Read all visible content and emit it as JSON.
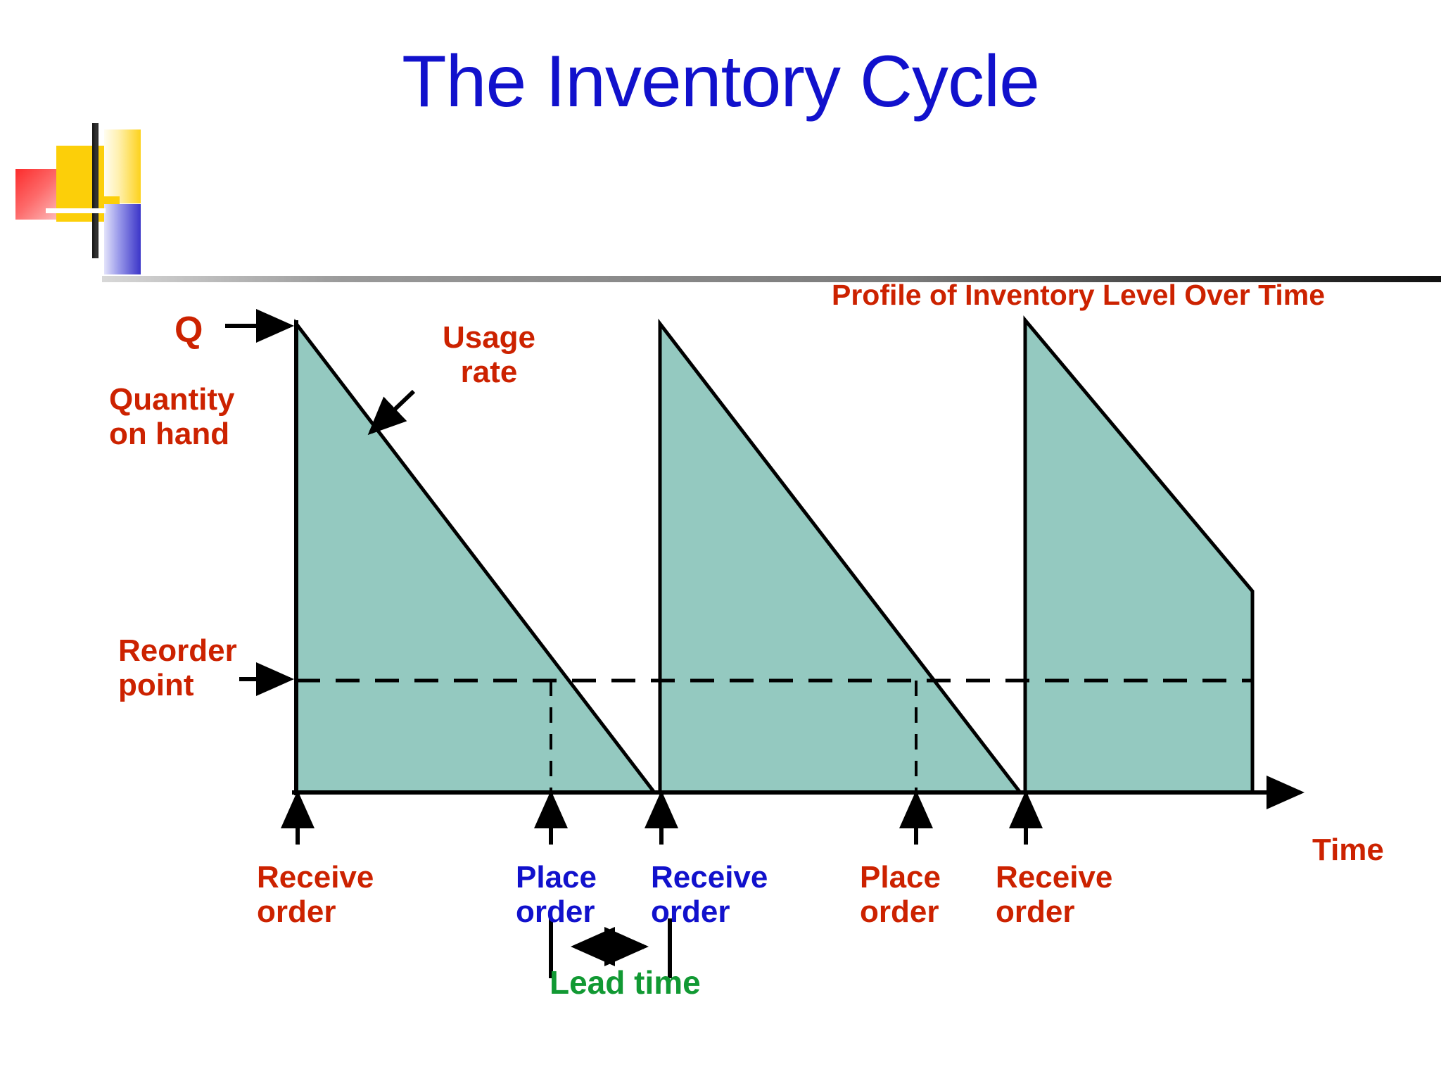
{
  "slide": {
    "title": "The Inventory Cycle",
    "background_color": "#ffffff",
    "title_color": "#1111cc"
  },
  "logo": {
    "name": "decorative-block-logo",
    "colors": {
      "red": "#fb2c2c",
      "yellow": "#fccf09",
      "blue": "#3b35c8",
      "bar": "#111111"
    }
  },
  "labels": {
    "profile_caption": "Profile of Inventory Level Over Time",
    "quantity_symbol": "Q",
    "quantity_on_hand": "Quantity\non hand",
    "usage_rate": "Usage\nrate",
    "reorder_point": "Reorder\npoint",
    "time_axis": "Time",
    "lead_time": "Lead time",
    "events": [
      {
        "id": "receive-order-1",
        "text": "Receive\norder",
        "color": "#cc2200"
      },
      {
        "id": "place-order-1",
        "text": "Place\norder",
        "color": "#1111cc"
      },
      {
        "id": "receive-order-2",
        "text": "Receive\norder",
        "color": "#1111cc"
      },
      {
        "id": "place-order-2",
        "text": "Place\norder",
        "color": "#cc2200"
      },
      {
        "id": "receive-order-3",
        "text": "Receive\norder",
        "color": "#cc2200"
      }
    ]
  },
  "colors": {
    "inventory_fill": "#94c9c0",
    "inventory_stroke": "#000000",
    "red_text": "#cc2200",
    "blue_text": "#1111cc",
    "green_text": "#119933",
    "axis": "#000000"
  },
  "chart_data": {
    "type": "area",
    "title": "Profile of Inventory Level Over Time",
    "xlabel": "Time",
    "ylabel": "Quantity on hand",
    "grid": false,
    "legend": "none",
    "annotations": [
      "Q",
      "Quantity on hand",
      "Usage rate",
      "Reorder point",
      "Lead time",
      "Receive order",
      "Place order",
      "Receive order",
      "Place order",
      "Receive order"
    ],
    "levels": {
      "order_quantity_Q": 100,
      "reorder_point": 24,
      "zero": 0
    },
    "series": [
      {
        "name": "Inventory level",
        "comment": "Sawtooth: instantaneous replenishment to Q, then linear depletion at the usage rate.",
        "points": [
          {
            "x": 0,
            "y": 0,
            "event": "receive-order-1"
          },
          {
            "x": 0,
            "y": 100,
            "event": "receive-order-1"
          },
          {
            "x": 0.77,
            "y": 24,
            "event": "place-order-1"
          },
          {
            "x": 1.0,
            "y": 0,
            "event": "receive-order-2"
          },
          {
            "x": 1.0,
            "y": 100,
            "event": "receive-order-2"
          },
          {
            "x": 1.77,
            "y": 24,
            "event": "place-order-2"
          },
          {
            "x": 2.0,
            "y": 0,
            "event": "receive-order-3"
          },
          {
            "x": 2.0,
            "y": 100,
            "event": "receive-order-3"
          },
          {
            "x": 2.9,
            "y": 45,
            "event": ""
          },
          {
            "x": 2.9,
            "y": 0,
            "event": ""
          }
        ]
      }
    ],
    "reference_lines": [
      {
        "name": "reorder-point-line",
        "orientation": "horizontal",
        "value": 24,
        "style": "dashed"
      },
      {
        "name": "place-order-drop-1",
        "orientation": "vertical",
        "x": 0.77,
        "style": "dashed"
      },
      {
        "name": "place-order-drop-2",
        "orientation": "vertical",
        "x": 1.77,
        "style": "dashed"
      }
    ],
    "lead_time_span": {
      "from_event": "place-order-1",
      "to_event": "receive-order-2",
      "label": "Lead time"
    }
  }
}
